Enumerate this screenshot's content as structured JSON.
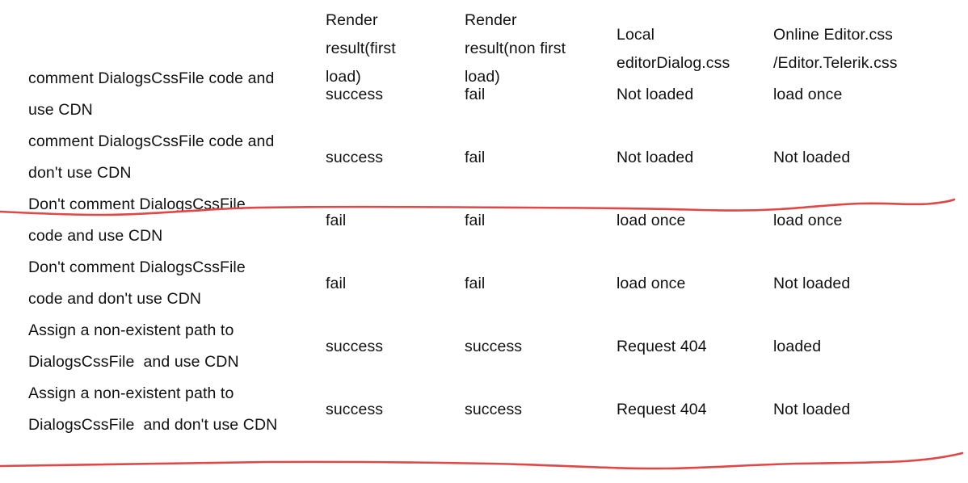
{
  "page": {
    "background_color": "#ffffff",
    "text_color": "#111111"
  },
  "annotations": {
    "squiggle_color": "#e04747",
    "squiggle_count": 2,
    "squiggle_description": "hand-drawn red underline strokes beneath row 2 and row 6"
  },
  "table": {
    "header": [
      "",
      "Render\nresult(first\nload)",
      "Render\nresult(non first\nload)",
      "Local\neditorDialog.css",
      "Online Editor.css\n/Editor.Telerik.css"
    ],
    "rows": [
      {
        "label": "comment DialogsCssFile code and\nuse CDN",
        "values": [
          "success",
          "fail",
          "Not loaded",
          "load once"
        ]
      },
      {
        "label": "comment DialogsCssFile code and\ndon't use CDN",
        "values": [
          "success",
          "fail",
          "Not loaded",
          "Not loaded"
        ]
      },
      {
        "label": "Don't comment DialogsCssFile\ncode and use CDN",
        "values": [
          "fail",
          "fail",
          "load once",
          "load once"
        ]
      },
      {
        "label": "Don't comment DialogsCssFile\ncode and don't use CDN",
        "values": [
          "fail",
          "fail",
          "load once",
          "Not loaded"
        ]
      },
      {
        "label": "Assign a non-existent path to\nDialogsCssFile  and use CDN",
        "values": [
          "success",
          "success",
          "Request 404",
          "loaded"
        ]
      },
      {
        "label": "Assign a non-existent path to\nDialogsCssFile  and don't use CDN",
        "values": [
          "success",
          "success",
          "Request 404",
          "Not loaded"
        ]
      }
    ]
  }
}
